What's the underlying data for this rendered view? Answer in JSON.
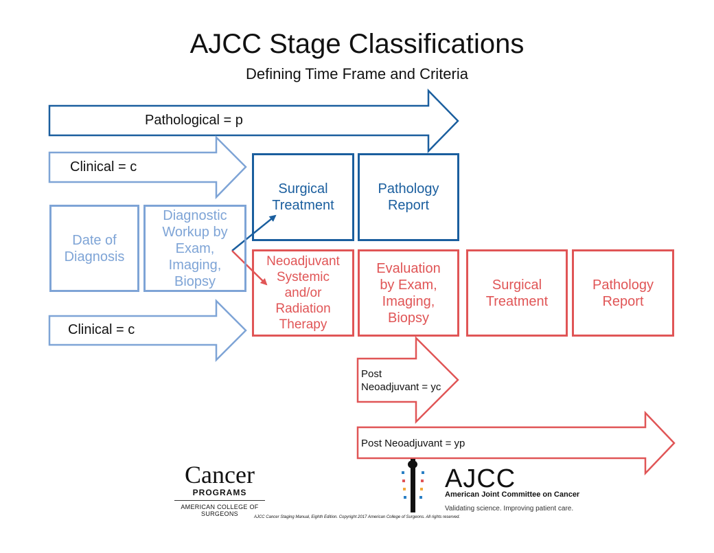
{
  "title": "AJCC Stage Classifications",
  "subtitle": "Defining Time Frame and Criteria",
  "arrows": {
    "pathological": "Pathological = p",
    "clinical_top": "Clinical = c",
    "clinical_bottom": "Clinical = c",
    "post_neo_yc_line1": "Post",
    "post_neo_yc_line2": "Neoadjuvant = yc",
    "post_neo_yp": "Post Neoadjuvant = yp"
  },
  "boxes": {
    "date_of_diagnosis": "Date of Diagnosis",
    "diagnostic_workup": "Diagnostic Workup by Exam, Imaging, Biopsy",
    "surgical_treatment_top": "Surgical Treatment",
    "pathology_report_top": "Pathology Report",
    "neoadjuvant": "Neoadjuvant Systemic and/or Radiation Therapy",
    "evaluation": "Evaluation by Exam, Imaging, Biopsy",
    "surgical_treatment_bottom": "Surgical Treatment",
    "pathology_report_bottom": "Pathology Report"
  },
  "logos": {
    "cancer_programs_word": "Cancer",
    "cancer_programs_sub": "PROGRAMS",
    "cancer_programs_org": "AMERICAN COLLEGE OF SURGEONS",
    "ajcc_mark": "AJCC",
    "ajcc_full": "American Joint Committee on Cancer",
    "ajcc_tagline": "Validating science. Improving patient care."
  },
  "copyright": "AJCC Cancer Staging Manual, Eighth Edition. Copyright 2017 American College of Surgeons. All rights reserved.",
  "colors": {
    "light_blue": "#7ea4d6",
    "dark_blue": "#1a5e9e",
    "red": "#e05556"
  }
}
